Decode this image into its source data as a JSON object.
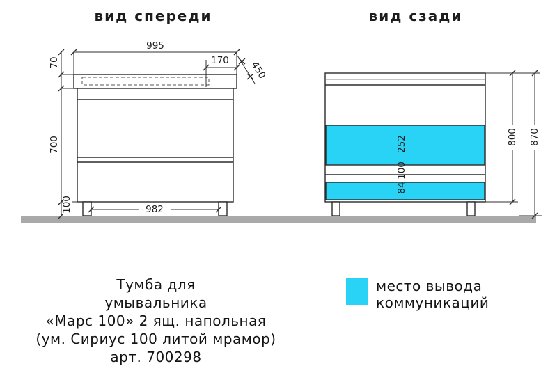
{
  "colors": {
    "cyan": "#29d3f6",
    "floor": "#a9a9a9",
    "line": "#2b2b2b"
  },
  "front_view": {
    "title": "вид спереди",
    "dim_width_top": "995",
    "dim_offset": "170",
    "dim_depth": "450",
    "dim_top_height": "70",
    "dim_body_height": "700",
    "dim_leg_height": "100",
    "dim_width_bottom": "982"
  },
  "back_view": {
    "title": "вид сзади",
    "dim_band1": "252",
    "dim_gap": "100",
    "dim_band2": "84",
    "dim_height_body": "800",
    "dim_height_total": "870"
  },
  "caption": {
    "lines": [
      "Тумба для",
      "умывальника",
      "«Марс 100» 2 ящ. напольная",
      "(ум. Сириус 100 литой мрамор)",
      "арт. 700298"
    ]
  },
  "legend": {
    "label_line1": "место вывода",
    "label_line2": "коммуникаций"
  }
}
